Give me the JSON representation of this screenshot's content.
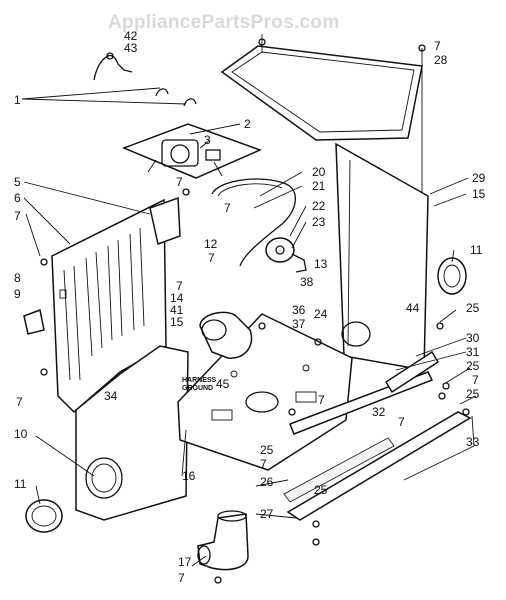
{
  "watermark": "AppliancePartsPros.com",
  "notes": {
    "harness_1": "HARNESS",
    "harness_2": "GROUND"
  },
  "callouts": {
    "c42": "42",
    "c43": "43",
    "c1": "1",
    "c2": "2",
    "c3": "3",
    "c5": "5",
    "c6": "6",
    "c7a": "7",
    "c7b": "7",
    "c7c": "7",
    "c7d": "7",
    "c7e": "7",
    "c7f": "7",
    "c7g": "7",
    "c7h": "7",
    "c7i": "7",
    "c7j": "7",
    "c7k": "7",
    "c7l": "7",
    "c28": "28",
    "c29": "29",
    "c15a": "15",
    "c15b": "15",
    "c20": "20",
    "c21": "21",
    "c22": "22",
    "c23": "23",
    "c12": "12",
    "c8": "8",
    "c9": "9",
    "c13": "13",
    "c38": "38",
    "c11a": "11",
    "c11b": "11",
    "c14": "14",
    "c41": "41",
    "c36": "36",
    "c37": "37",
    "c24": "24",
    "c44": "44",
    "c25a": "25",
    "c25b": "25",
    "c25c": "25",
    "c25d": "25",
    "c25e": "25",
    "c30": "30",
    "c31": "31",
    "c32": "32",
    "c33": "33",
    "c34": "34",
    "c45": "45",
    "c10": "10",
    "c16": "16",
    "c26": "26",
    "c27": "27",
    "c17": "17"
  }
}
